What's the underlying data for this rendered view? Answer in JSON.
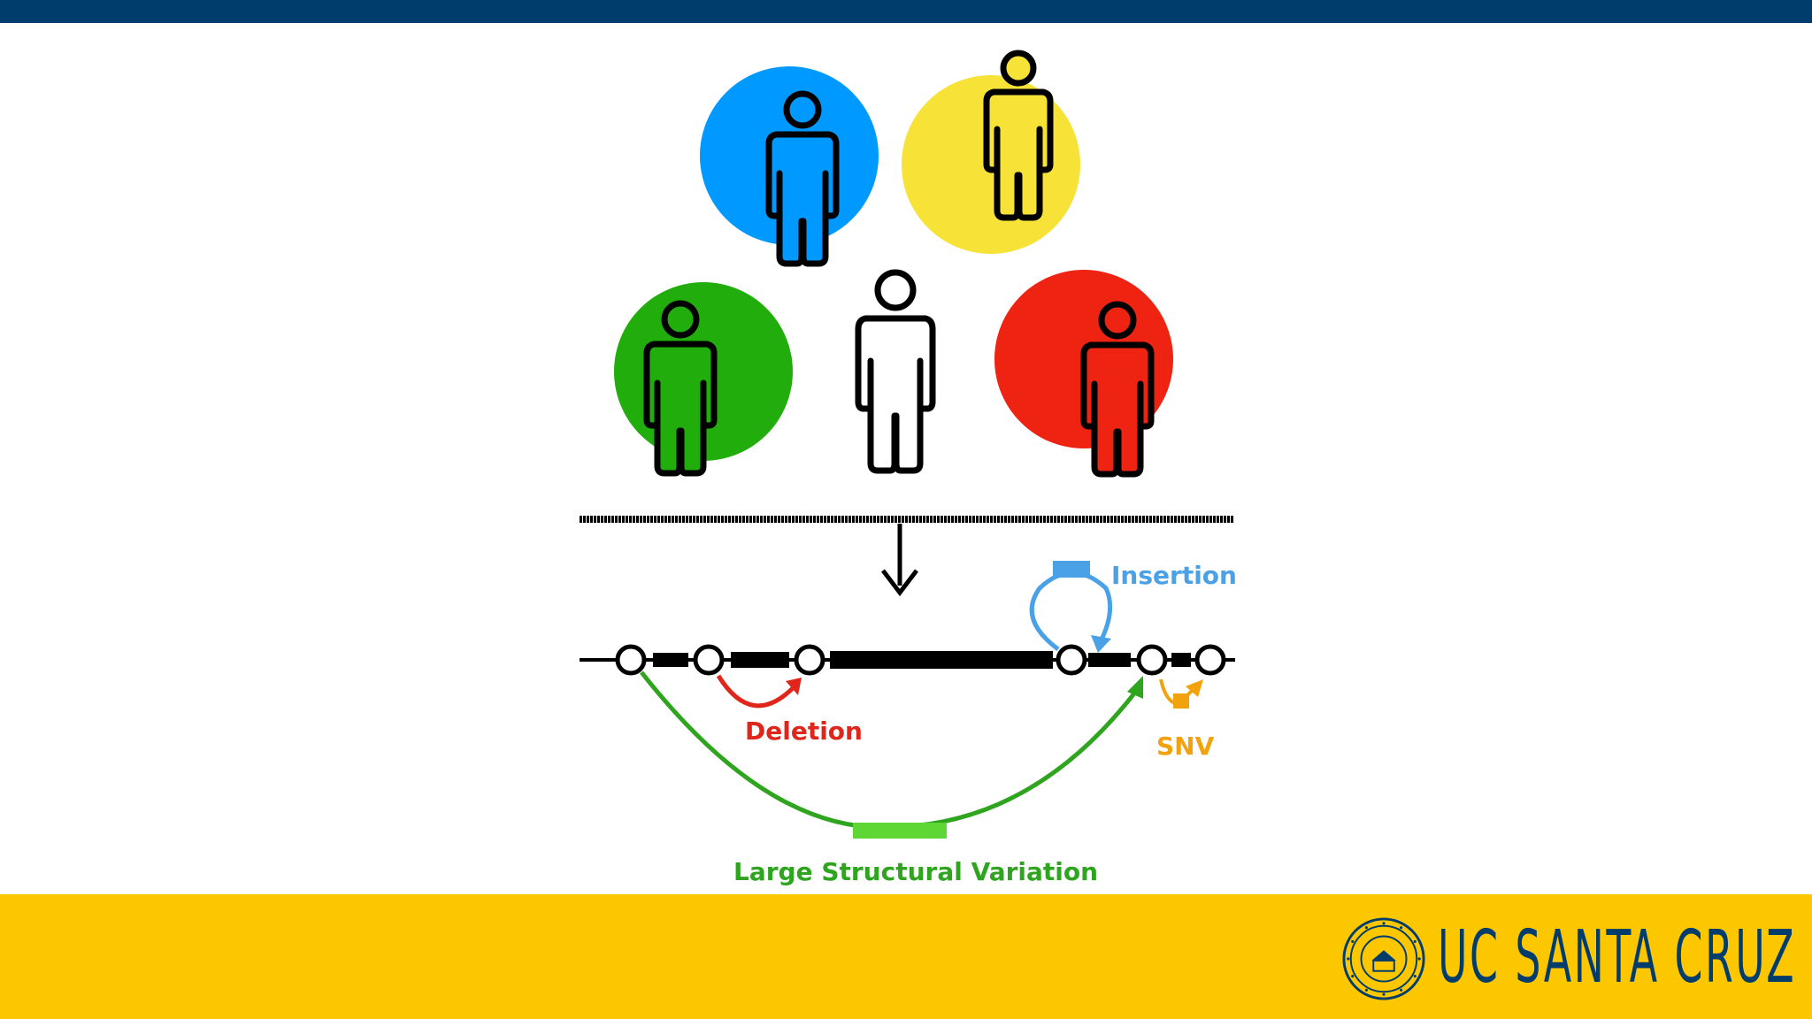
{
  "colors": {
    "top_band": "#003c6c",
    "footer": "#fdc700",
    "brand": "#003c6c",
    "blue_circle": "#0099ff",
    "yellow_circle": "#f7e237",
    "green_circle": "#21ad0b",
    "red_circle": "#ee2312",
    "deletion": "#e0261a",
    "insertion": "#4aa1e6",
    "snv": "#f2a20c",
    "large_sv": "#2fa51f",
    "large_sv_block": "#5ed634"
  },
  "people": [
    {
      "name": "blue",
      "circle": true
    },
    {
      "name": "yellow",
      "circle": true
    },
    {
      "name": "green",
      "circle": true
    },
    {
      "name": "white",
      "circle": false
    },
    {
      "name": "red",
      "circle": true
    }
  ],
  "labels": {
    "insertion": "Insertion",
    "deletion": "Deletion",
    "snv": "SNV",
    "large_sv": "Large Structural Variation"
  },
  "footer": {
    "brand_text": "UC SANTA CRUZ",
    "seal_icon": "university-seal-icon"
  }
}
